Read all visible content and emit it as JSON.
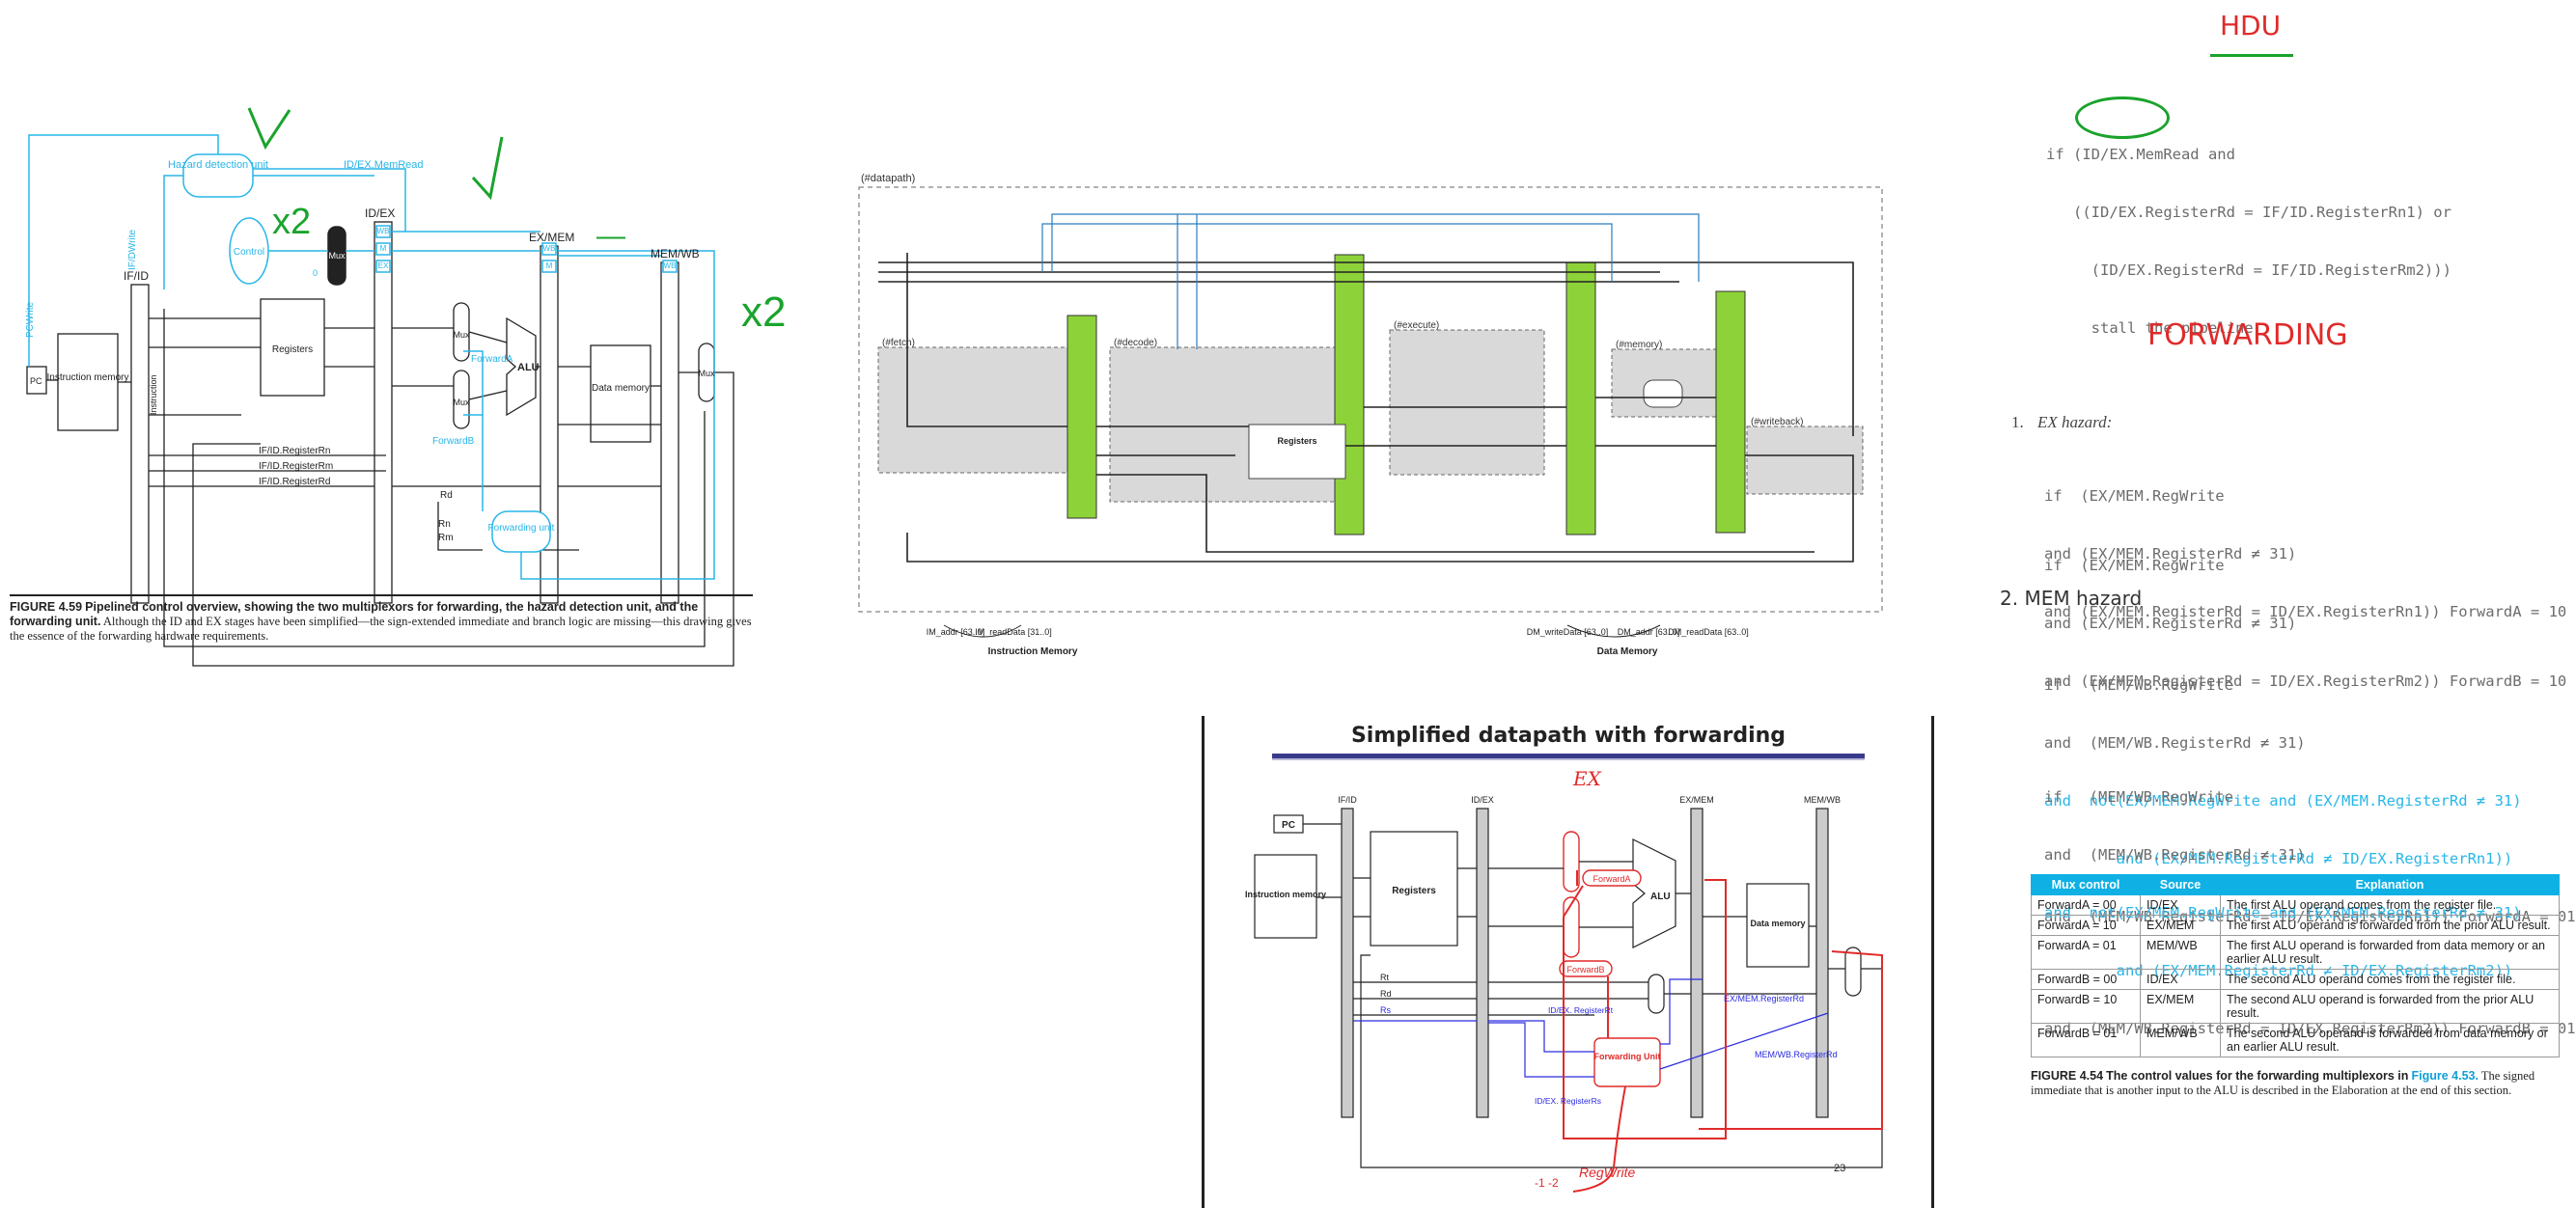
{
  "hdu": {
    "title": "HDU",
    "code": [
      "if (ID/EX.MemRead and",
      "   ((ID/EX.RegisterRd = IF/ID.RegisterRn1) or",
      "     (ID/EX.RegisterRd = IF/ID.RegisterRm2)))",
      "     stall the pipeline"
    ]
  },
  "forwarding": {
    "title": "FORWARDING",
    "ex_heading_num": "1.",
    "ex_heading": "EX hazard:",
    "ex_block1": [
      "if  (EX/MEM.RegWrite",
      "and (EX/MEM.RegisterRd ≠ 31)",
      "and (EX/MEM.RegisterRd = ID/EX.RegisterRn1)) ForwardA = 10"
    ],
    "ex_block2": [
      "if  (EX/MEM.RegWrite",
      "and (EX/MEM.RegisterRd ≠ 31)",
      "and (EX/MEM.RegisterRd = ID/EX.RegisterRm2)) ForwardB = 10"
    ],
    "mem_heading": "2. MEM hazard",
    "mem_block1": [
      "if   (MEM/WB.RegWrite",
      "and  (MEM/WB.RegisterRd ≠ 31)",
      "and  not(EX/MEM.RegWrite and (EX/MEM.RegisterRd ≠ 31)",
      "        and (EX/MEM.RegisterRd ≠ ID/EX.RegisterRn1))",
      "and  (MEM/WB.RegisterRd = ID/EX.RegisterRn1)) ForwardA = 01"
    ],
    "mem_block2": [
      "if   (MEM/WB.RegWrite",
      "and  (MEM/WB.RegisterRd ≠ 31)",
      "and  not(EX/MEM.RegWrite and (EX/MEM.RegisterRd ≠ 31)",
      "        and (EX/MEM.RegisterRd ≠ ID/EX.RegisterRm2))",
      "and  (MEM/WB.RegisterRd = ID/EX.RegisterRm2)) ForwardB = 01"
    ]
  },
  "table": {
    "headers": [
      "Mux control",
      "Source",
      "Explanation"
    ],
    "rows": [
      [
        "ForwardA = 00",
        "ID/EX",
        "The first ALU operand comes from the register file."
      ],
      [
        "ForwardA = 10",
        "EX/MEM",
        "The first ALU operand is forwarded from the prior ALU result."
      ],
      [
        "ForwardA = 01",
        "MEM/WB",
        "The first ALU operand is forwarded from data memory or an earlier ALU result."
      ],
      [
        "ForwardB = 00",
        "ID/EX",
        "The second ALU operand comes from the register file."
      ],
      [
        "ForwardB = 10",
        "EX/MEM",
        "The second ALU operand is forwarded from the prior ALU result."
      ],
      [
        "ForwardB = 01",
        "MEM/WB",
        "The second ALU operand is forwarded from data memory or an earlier ALU result."
      ]
    ],
    "caption_label": "FIGURE 4.54",
    "caption_bold": "The control values for the forwarding multiplexors in",
    "caption_link": "Figure 4.53.",
    "caption_rest": "The signed immediate that is another input to the ALU is described in the Elaboration at the end of this section."
  },
  "fig459": {
    "caption_label": "FIGURE 4.59",
    "caption_bold": "Pipelined control overview, showing the two multiplexors for forwarding, the hazard detection unit, and the forwarding unit.",
    "caption_rest": "Although the ID and EX stages have been simplified—the sign-extended immediate and branch logic are missing—this drawing gives the essence of the forwarding hardware requirements.",
    "labels": {
      "hazard": "Hazard detection unit",
      "idex_memread": "ID/EX.MemRead",
      "ifdwrite": "IF/DWrite",
      "pcwrite": "PCWrite",
      "control": "Control",
      "idex": "ID/EX",
      "exmem": "EX/MEM",
      "memwb": "MEM/WB",
      "ifid": "IF/ID",
      "pc": "PC",
      "imem": "Instruction memory",
      "instruction": "Instruction",
      "registers": "Registers",
      "alu": "ALU",
      "dmem": "Data memory",
      "mux": "Mux",
      "forwardA": "ForwardA",
      "forwardB": "ForwardB",
      "fwd_unit": "Forwarding unit",
      "rn": "IF/ID.RegisterRn",
      "rm": "IF/ID.RegisterRm",
      "rd": "IF/ID.RegisterRd",
      "rd2": "Rd",
      "rn2": "Rn",
      "rm2": "Rm",
      "wb": "WB",
      "m": "M",
      "ex": "EX",
      "zero": "0"
    },
    "annotations": [
      "x2",
      "x2",
      "—"
    ]
  },
  "datapath": {
    "title": "(#datapath)",
    "stages": [
      "(#fetch)",
      "(#decode)",
      "(#execute)",
      "(#memory)",
      "(#writeback)"
    ],
    "imem": "Instruction Memory",
    "dmem": "Data Memory",
    "regs": "Registers",
    "signals_bottom": [
      "IM_addr [63..0]",
      "IM_readData [31..0]",
      "DM_writeData [63..0]",
      "DM_addr [63..0]",
      "DM_readData [63..0]"
    ]
  },
  "simplified": {
    "title": "Simplified datapath with forwarding",
    "ex_note": "EX",
    "pc": "PC",
    "imem": "Instruction memory",
    "registers": "Registers",
    "alu": "ALU",
    "dmem": "Data memory",
    "ifid": "IF/ID",
    "idex": "ID/EX",
    "exmem": "EX/MEM",
    "memwb": "MEM/WB",
    "forwardA": "ForwardA",
    "forwardB": "ForwardB",
    "fwd_unit": "Forwarding Unit",
    "rt": "Rt",
    "rd": "Rd",
    "rs": "Rs",
    "idex_rt": "ID/EX. RegisterRt",
    "idex_rs": "ID/EX. RegisterRs",
    "exmem_rd": "EX/MEM.RegisterRd",
    "memwb_rd": "MEM/WB.RegisterRd",
    "page": "23",
    "regwrite_note": "RegWrite",
    "note_nums": "-1 -2"
  }
}
